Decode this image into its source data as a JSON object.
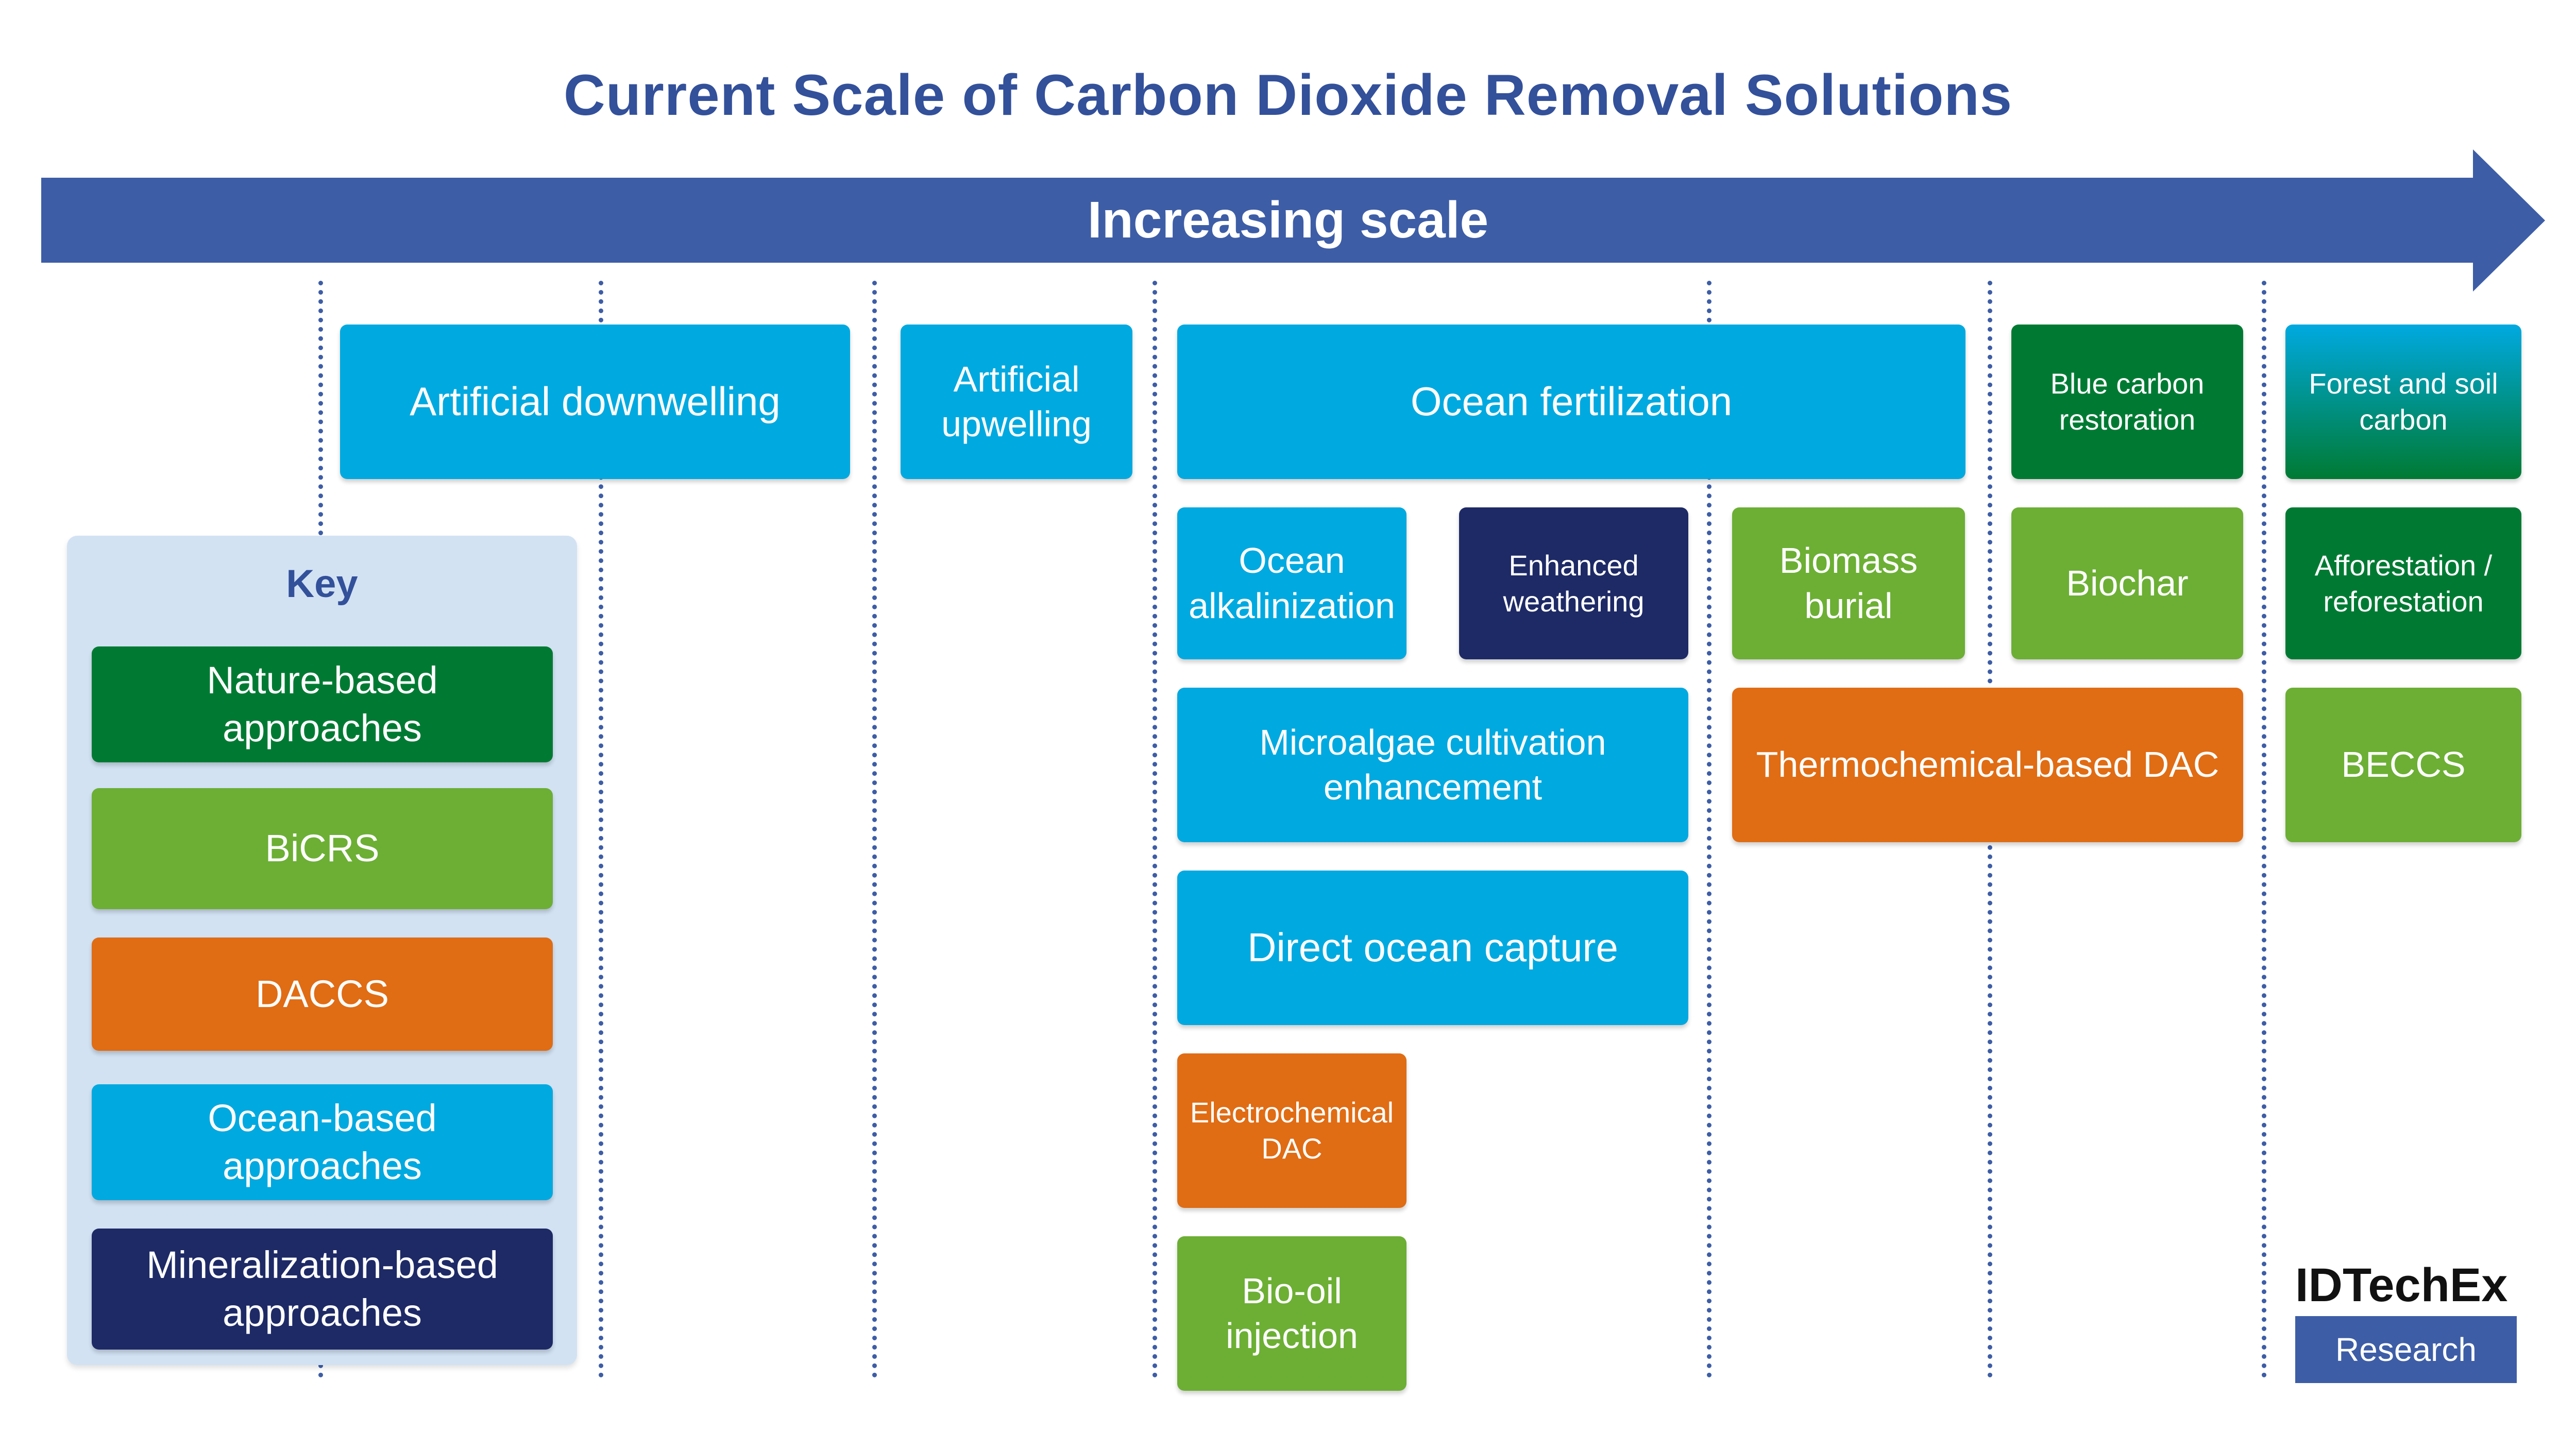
{
  "title": "Current Scale of Carbon Dioxide Removal Solutions",
  "arrow_label": "Increasing scale",
  "colors": {
    "nature": "#007a33",
    "biocrs": "#6caf34",
    "daccs": "#e06c14",
    "ocean": "#00a9e0",
    "mineral": "#1e2a66",
    "arrow": "#3d5da6"
  },
  "solutions": [
    {
      "label": "Artificial downwelling",
      "category": "ocean"
    },
    {
      "label": "Artificial upwelling",
      "category": "ocean"
    },
    {
      "label": "Ocean fertilization",
      "category": "ocean"
    },
    {
      "label": "Blue carbon restoration",
      "category": "nature"
    },
    {
      "label": "Forest and soil carbon",
      "category": "nature"
    },
    {
      "label": "Ocean alkalinization",
      "category": "ocean"
    },
    {
      "label": "Enhanced weathering",
      "category": "mineral"
    },
    {
      "label": "Biomass burial",
      "category": "biocrs"
    },
    {
      "label": "Biochar",
      "category": "biocrs"
    },
    {
      "label": "Afforestation / reforestation",
      "category": "nature"
    },
    {
      "label": "Microalgae cultivation enhancement",
      "category": "ocean"
    },
    {
      "label": "Thermochemical-based DAC",
      "category": "daccs"
    },
    {
      "label": "BECCS",
      "category": "biocrs"
    },
    {
      "label": "Direct ocean capture",
      "category": "ocean"
    },
    {
      "label": "Electrochemical DAC",
      "category": "daccs"
    },
    {
      "label": "Bio-oil injection",
      "category": "biocrs"
    }
  ],
  "key": {
    "title": "Key",
    "items": [
      {
        "label": "Nature-based approaches",
        "category": "nature"
      },
      {
        "label": "BiCRS",
        "category": "biocrs"
      },
      {
        "label": "DACCS",
        "category": "daccs"
      },
      {
        "label": "Ocean-based approaches",
        "category": "ocean"
      },
      {
        "label": "Mineralization-based approaches",
        "category": "mineral"
      }
    ]
  },
  "logo": {
    "top": "IDTechEx",
    "bottom": "Research"
  }
}
